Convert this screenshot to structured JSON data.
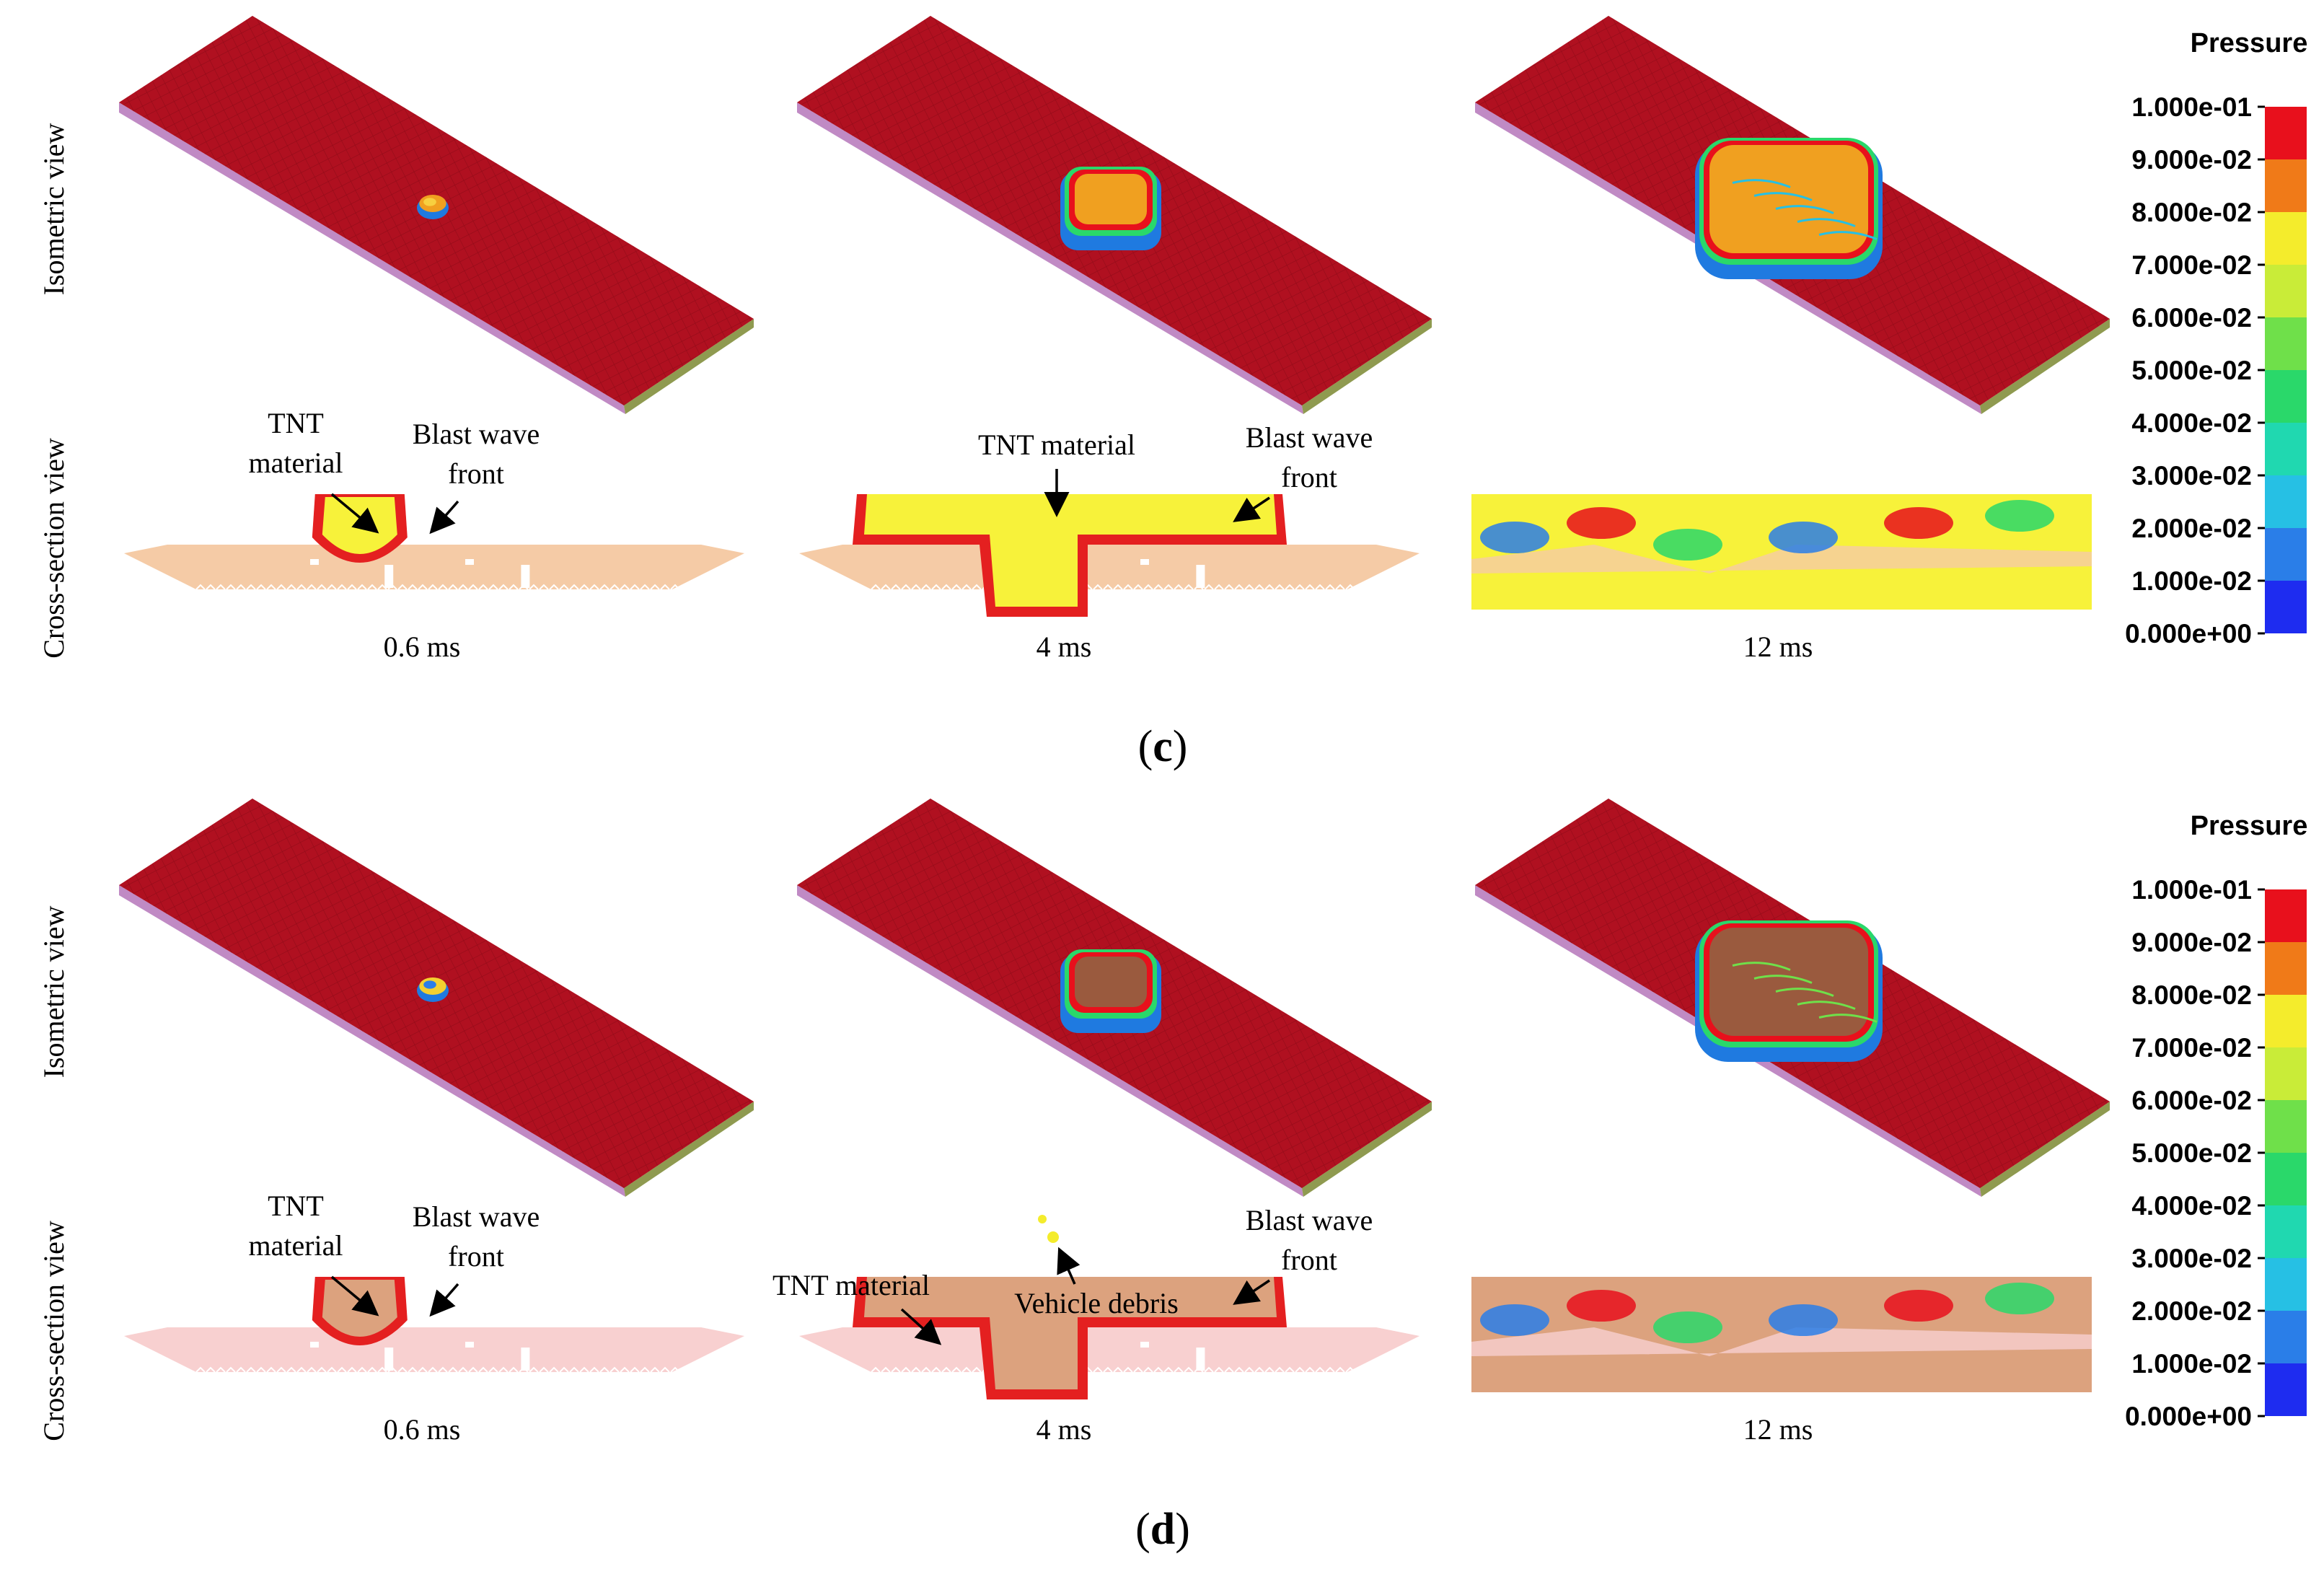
{
  "colorbar": {
    "title": "Pressure",
    "ticks": [
      "1.000e-01",
      "9.000e-02",
      "8.000e-02",
      "7.000e-02",
      "6.000e-02",
      "5.000e-02",
      "4.000e-02",
      "3.000e-02",
      "2.000e-02",
      "1.000e-02",
      "0.000e+00"
    ],
    "colors": [
      "#e8101c",
      "#f07a18",
      "#f4ec2c",
      "#c9ec38",
      "#6fe04a",
      "#2ad86a",
      "#20d8b0",
      "#26c0e4",
      "#2a7ee8",
      "#1e2cf0"
    ]
  },
  "materials": {
    "plate_top": "#b01020",
    "plate_edge": "#c08ac4",
    "plate_end": "#8f9a50",
    "hull_c": "#f5cba6",
    "hull_d": "#f8d0d0",
    "gas_c": "#f7f23a",
    "gas_d": "#dca27e",
    "wave": "#e42020"
  },
  "panels": [
    {
      "caption_open": "(",
      "caption_letter": "c",
      "caption_close": ")",
      "row_labels": [
        "Isometric view",
        "Cross-section view"
      ],
      "times": [
        "0.6 ms",
        "4 ms",
        "12 ms"
      ],
      "annotations": {
        "tnt_1": "TNT",
        "tnt_2": "material",
        "blast_1": "Blast wave",
        "blast_2": "front",
        "tnt_mid": "TNT material",
        "blast_mid_1": "Blast wave",
        "blast_mid_2": "front"
      }
    },
    {
      "caption_open": "(",
      "caption_letter": "d",
      "caption_close": ")",
      "row_labels": [
        "Isometric view",
        "Cross-section view"
      ],
      "times": [
        "0.6 ms",
        "4 ms",
        "12 ms"
      ],
      "annotations": {
        "tnt_1": "TNT",
        "tnt_2": "material",
        "blast_1": "Blast wave",
        "blast_2": "front",
        "tnt_mid": "TNT material",
        "debris": "Vehicle debris",
        "blast_mid_1": "Blast wave",
        "blast_mid_2": "front"
      }
    }
  ]
}
